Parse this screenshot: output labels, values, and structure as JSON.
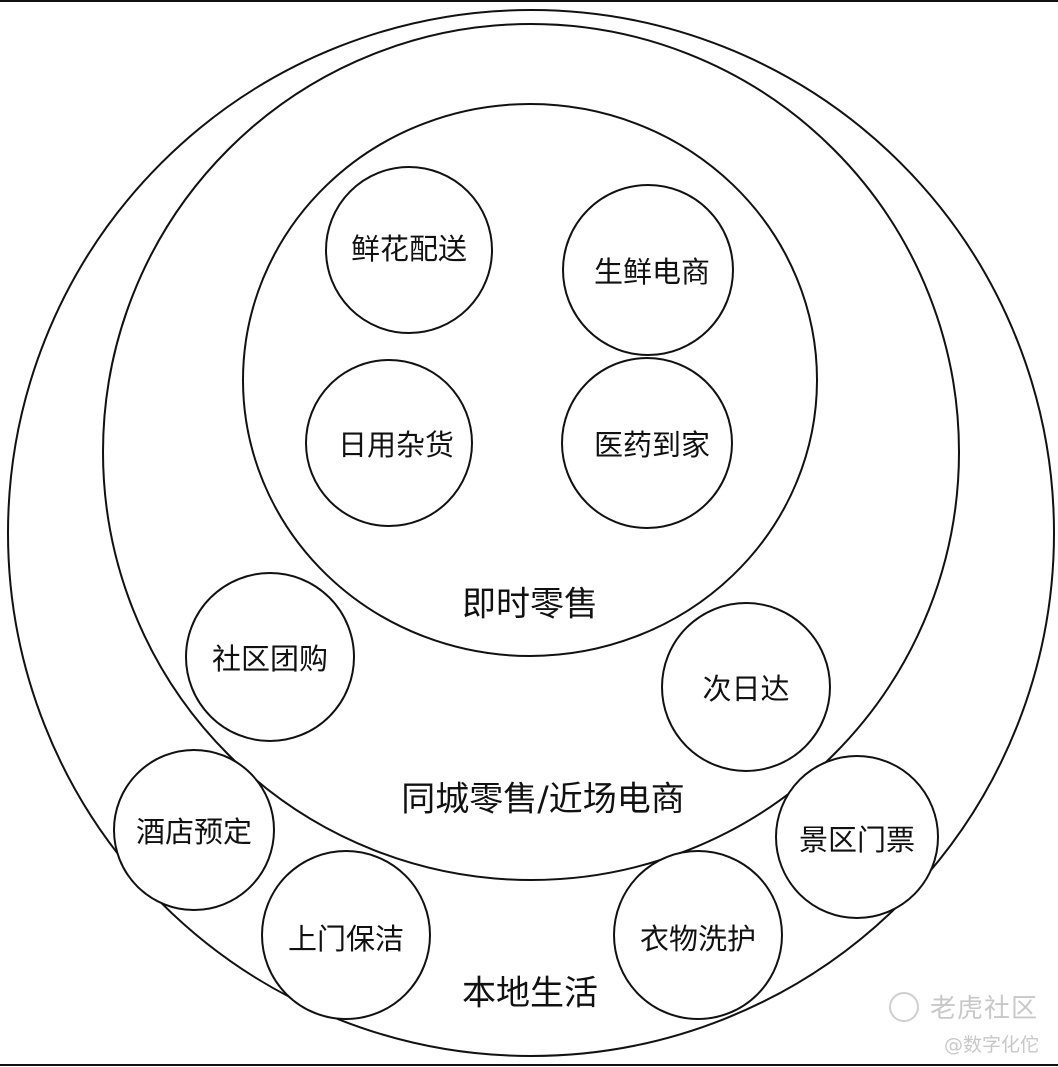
{
  "diagram": {
    "rings": [
      {
        "label": "本地生活"
      },
      {
        "label": "同城零售/近场电商"
      },
      {
        "label": "即时零售"
      }
    ],
    "instant_retail_items": [
      "鲜花配送",
      "生鲜电商",
      "日用杂货",
      "医药到家"
    ],
    "near_field_items": [
      "社区团购",
      "次日达"
    ],
    "local_life_items": [
      "酒店预定",
      "上门保洁",
      "衣物洗护",
      "景区门票"
    ]
  },
  "watermark": {
    "brand": "老虎社区",
    "author": "@数字化佗"
  },
  "colors": {
    "stroke": "#111111",
    "background": "#ffffff",
    "watermark": "#c8c8c8"
  }
}
